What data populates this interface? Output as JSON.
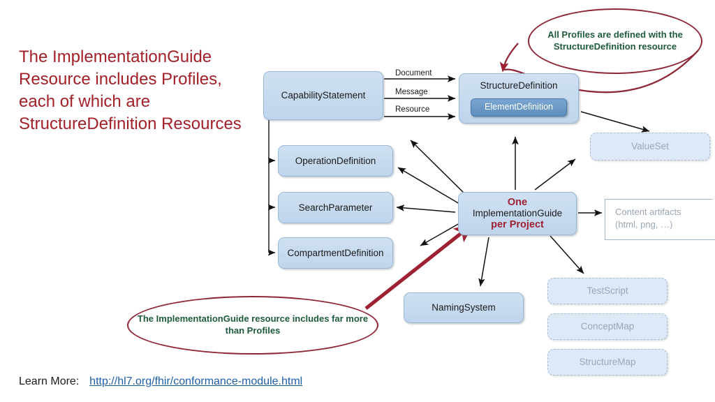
{
  "headline": {
    "text": "The ImplementationGuide Resource includes Profiles, each of which are StructureDefinition Resources",
    "color": "#a32028"
  },
  "callouts": {
    "top": {
      "text": "All Profiles are defined with the StructureDefinition resource",
      "text_color": "#1d5b3a",
      "outline_color": "#8f2636"
    },
    "bottom": {
      "text": "The ImplementationGuide resource includes far more than Profiles",
      "text_color": "#1d5b3a",
      "outline_color": "#8f2636"
    }
  },
  "nodes": {
    "capability_statement": {
      "label": "CapabilityStatement",
      "style": "solid"
    },
    "structure_definition": {
      "label": "StructureDefinition",
      "style": "solid"
    },
    "element_definition": {
      "label": "ElementDefinition",
      "style": "nested-dark"
    },
    "operation_definition": {
      "label": "OperationDefinition",
      "style": "solid"
    },
    "search_parameter": {
      "label": "SearchParameter",
      "style": "solid"
    },
    "compartment_definition": {
      "label": "CompartmentDefinition",
      "style": "solid"
    },
    "implementation_guide": {
      "line1": "One",
      "line2": "ImplementationGuide",
      "line3": "per Project",
      "style": "solid",
      "accent_color": "#9e2033"
    },
    "value_set": {
      "label": "ValueSet",
      "style": "dashed-ghost"
    },
    "content_artifacts": {
      "line1": "Content artifacts",
      "line2": "(html, png, …)",
      "style": "document"
    },
    "naming_system": {
      "label": "NamingSystem",
      "style": "solid"
    },
    "test_script": {
      "label": "TestScript",
      "style": "dashed-ghost"
    },
    "concept_map": {
      "label": "ConceptMap",
      "style": "dashed-ghost"
    },
    "structure_map": {
      "label": "StructureMap",
      "style": "dashed-ghost"
    }
  },
  "edge_labels": {
    "document": "Document",
    "message": "Message",
    "resource": "Resource"
  },
  "footer": {
    "prefix": "Learn More:",
    "link_text": "http://hl7.org/fhir/conformance-module.html",
    "link_color": "#1f5fa8"
  },
  "palette": {
    "box_fill": "#c6daee",
    "box_border": "#9bb8d6",
    "nested_fill": "#6b98c6",
    "ghost_fill": "#dde9f7",
    "ghost_text": "#9aa6b2",
    "arrow_black": "#111111",
    "arrow_red": "#9e2033"
  }
}
